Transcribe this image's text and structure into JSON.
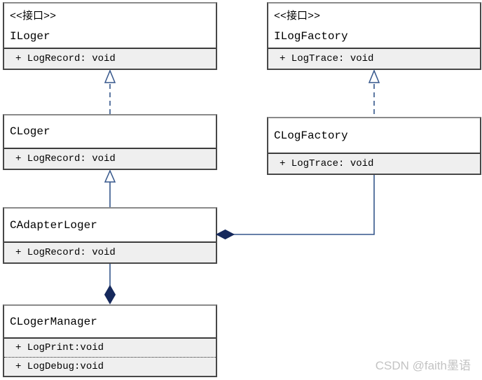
{
  "diagram": {
    "type": "uml-class-diagram",
    "classes": [
      {
        "id": "iloger",
        "stereotype": "<<接口>>",
        "name": "ILoger",
        "methods": [
          "+ LogRecord: void"
        ]
      },
      {
        "id": "ilogfactory",
        "stereotype": "<<接口>>",
        "name": "ILogFactory",
        "methods": [
          "+ LogTrace: void"
        ]
      },
      {
        "id": "cloger",
        "stereotype": "",
        "name": "CLoger",
        "methods": [
          "+ LogRecord: void"
        ]
      },
      {
        "id": "clogfactory",
        "stereotype": "",
        "name": "CLogFactory",
        "methods": [
          "+ LogTrace: void"
        ]
      },
      {
        "id": "cadapterloger",
        "stereotype": "",
        "name": "CAdapterLoger",
        "methods": [
          "+ LogRecord: void"
        ]
      },
      {
        "id": "clogermanager",
        "stereotype": "",
        "name": "CLogerManager",
        "methods": [
          "+ LogPrint:void",
          "+ LogDebug:void"
        ]
      }
    ],
    "relationships": [
      {
        "from": "CLoger",
        "to": "ILoger",
        "type": "realization",
        "line": "dashed",
        "end": "hollow-triangle"
      },
      {
        "from": "CLogFactory",
        "to": "ILogFactory",
        "type": "realization",
        "line": "dashed",
        "end": "hollow-triangle"
      },
      {
        "from": "CAdapterLoger",
        "to": "CLoger",
        "type": "generalization",
        "line": "solid",
        "end": "hollow-triangle"
      },
      {
        "from": "CAdapterLoger",
        "to": "CLogFactory",
        "type": "composition",
        "line": "solid",
        "end": "filled-diamond-at-CAdapterLoger"
      },
      {
        "from": "CLogerManager",
        "to": "CAdapterLoger",
        "type": "composition",
        "line": "solid",
        "end": "filled-diamond-at-CLogerManager"
      }
    ],
    "colors": {
      "connector": "#35568b",
      "diamond_fill": "#16295c",
      "triangle_fill": "#ffffff",
      "box_border": "#484848",
      "methods_background": "#efefef",
      "box_background": "#ffffff",
      "text": "#000000"
    }
  },
  "watermark": {
    "text": "CSDN @faith墨语",
    "color": "#c3c3c3"
  }
}
